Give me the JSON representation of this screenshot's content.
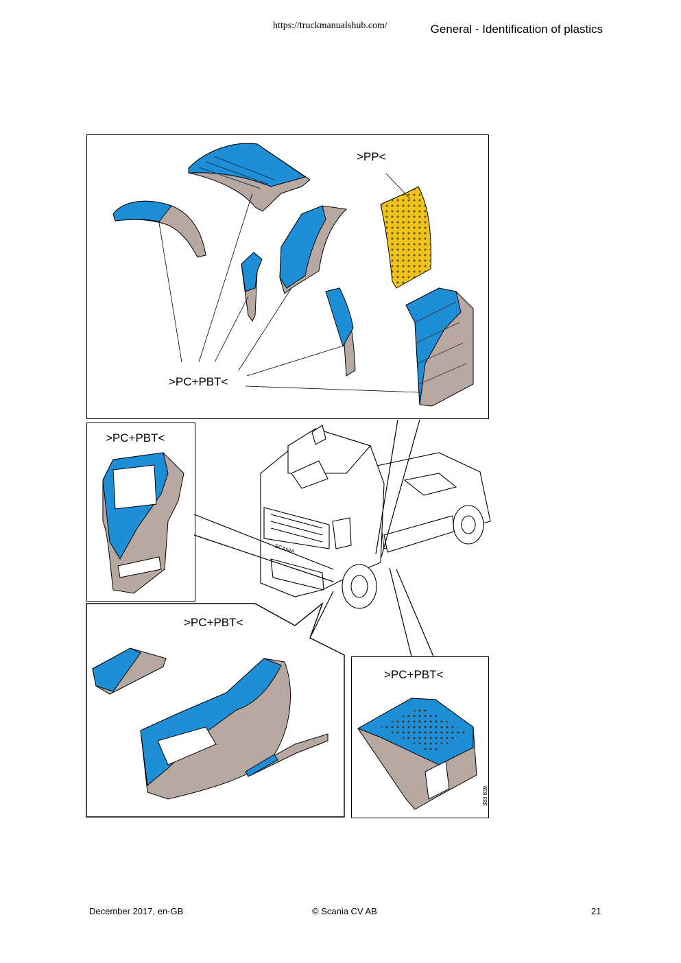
{
  "header": {
    "url": "https://truckmanualshub.com/",
    "section_title": "General - Identification of plastics"
  },
  "figure": {
    "labels": {
      "pp": ">PP<",
      "top_pc_pbt": ">PC+PBT<",
      "step_pc_pbt": ">PC+PBT<",
      "sill_pc_pbt": ">PC+PBT<",
      "box_pc_pbt": ">PC+PBT<"
    },
    "figure_number": "383 839",
    "colors": {
      "pc_pbt_blue": "#1e8fd6",
      "pp_yellow": "#f0c419",
      "plastic_grey": "#b7a9a2",
      "line": "#000000"
    }
  },
  "footer": {
    "date": "December 2017, en-GB",
    "copyright": "© Scania CV AB",
    "page_number": "21"
  }
}
